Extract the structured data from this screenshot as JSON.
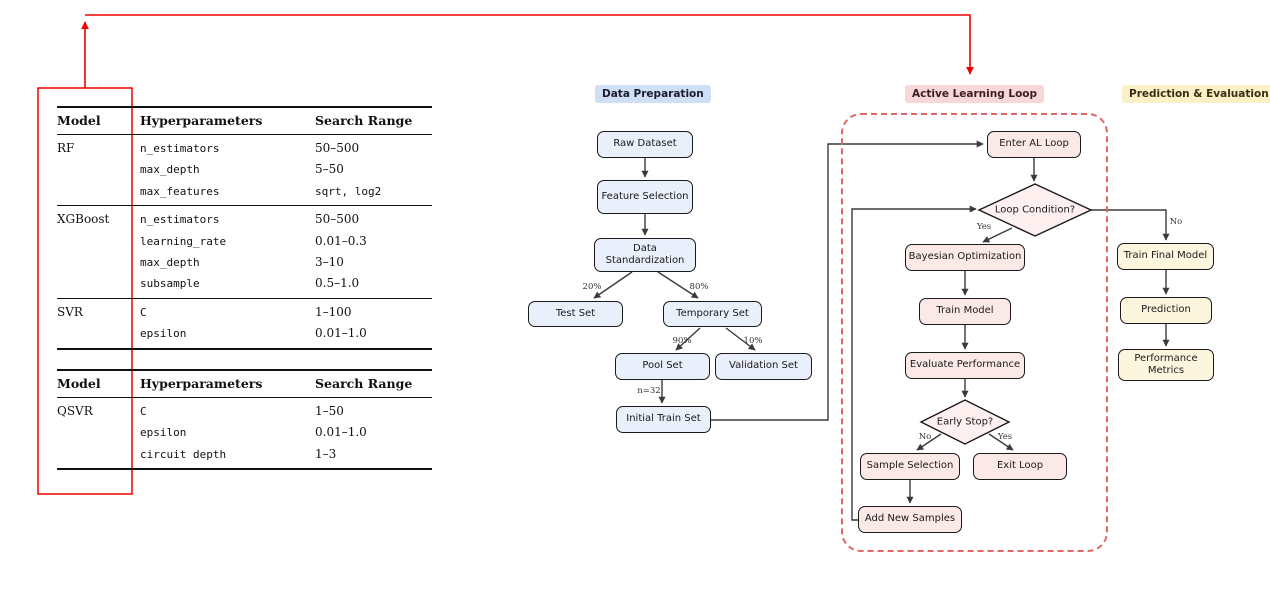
{
  "colors": {
    "prep_fill": "#e9effb",
    "prep_header_bg": "#cfe0f6",
    "al_fill": "#fbe9e8",
    "al_header_bg": "#f8d7d8",
    "pred_fill": "#fdf6de",
    "pred_header_bg": "#fbf0c6",
    "arrow": "#3a3a3a",
    "red_annotation": "#f20000",
    "loop_dashed_border": "#e06666",
    "node_border": "#1a1a1a"
  },
  "hyperparameter_tables": {
    "classical": {
      "headers": {
        "model": "Model",
        "hyperparameters": "Hyperparameters",
        "search_range": "Search Range"
      },
      "groups": [
        {
          "model": "RF",
          "rows": [
            {
              "param": "n_estimators",
              "range": "50–500"
            },
            {
              "param": "max_depth",
              "range": "5–50"
            },
            {
              "param": "max_features",
              "range": "sqrt, log2"
            }
          ]
        },
        {
          "model": "XGBoost",
          "rows": [
            {
              "param": "n_estimators",
              "range": "50–500"
            },
            {
              "param": "learning_rate",
              "range": "0.01–0.3"
            },
            {
              "param": "max_depth",
              "range": "3–10"
            },
            {
              "param": "subsample",
              "range": "0.5–1.0"
            }
          ]
        },
        {
          "model": "SVR",
          "rows": [
            {
              "param": "C",
              "range": "1–100"
            },
            {
              "param": "epsilon",
              "range": "0.01–1.0"
            }
          ]
        }
      ]
    },
    "quantum": {
      "headers": {
        "model": "Model",
        "hyperparameters": "Hyperparameters",
        "search_range": "Search Range"
      },
      "groups": [
        {
          "model": "QSVR",
          "rows": [
            {
              "param": "C",
              "range": "1–50"
            },
            {
              "param": "epsilon",
              "range": "0.01–1.0"
            },
            {
              "param": "circuit depth",
              "range": "1–3"
            }
          ]
        }
      ]
    }
  },
  "flowchart": {
    "sections": {
      "prep": {
        "header": "Data Preparation"
      },
      "al": {
        "header": "Active Learning Loop"
      },
      "pred": {
        "header": "Prediction & Evaluation"
      }
    },
    "nodes": {
      "raw": "Raw Dataset",
      "feature": "Feature Selection",
      "standardize": "Data Standardization",
      "test": "Test Set",
      "temp": "Temporary Set",
      "pool": "Pool Set",
      "validation": "Validation Set",
      "init": "Initial Train Set",
      "enter": "Enter AL Loop",
      "cond": "Loop Condition?",
      "bayes": "Bayesian Optimization",
      "train": "Train Model",
      "eval": "Evaluate Performance",
      "early": "Early Stop?",
      "sample": "Sample Selection",
      "exit": "Exit Loop",
      "add": "Add New Samples",
      "final": "Train Final Model",
      "prediction": "Prediction",
      "metrics": "Performance Metrics"
    },
    "edge_labels": {
      "split_test": "20%",
      "split_temp": "80%",
      "split_pool": "90%",
      "split_val": "10%",
      "initial_n": "n=32",
      "cond_yes": "Yes",
      "cond_no": "No",
      "early_no": "No",
      "early_yes": "Yes"
    }
  }
}
